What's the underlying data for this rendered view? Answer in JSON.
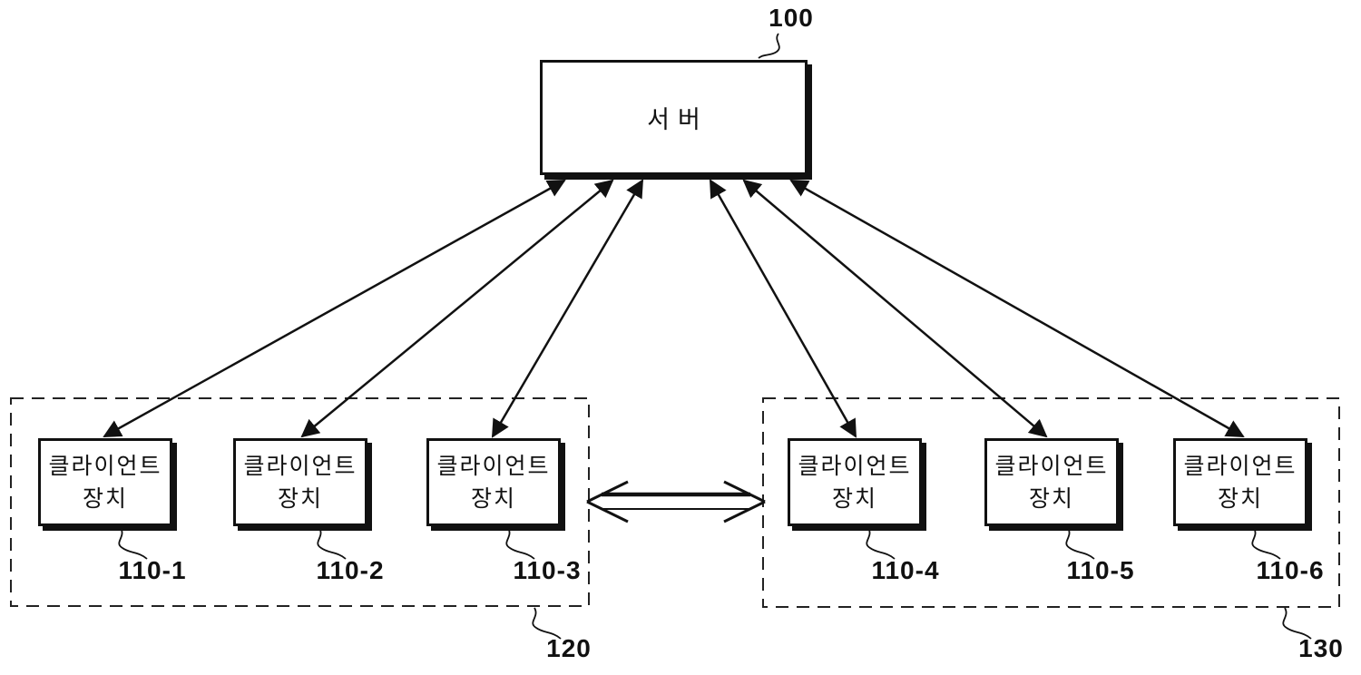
{
  "figure": {
    "background_color": "#ffffff",
    "ink_color": "#111111",
    "server": {
      "label": "서버",
      "ref_label": "100"
    },
    "groups": [
      {
        "ref_label": "120",
        "clients": [
          {
            "name_line1": "클라이언트",
            "name_line2": "장치",
            "ref_label": "110-1"
          },
          {
            "name_line1": "클라이언트",
            "name_line2": "장치",
            "ref_label": "110-2"
          },
          {
            "name_line1": "클라이언트",
            "name_line2": "장치",
            "ref_label": "110-3"
          }
        ]
      },
      {
        "ref_label": "130",
        "clients": [
          {
            "name_line1": "클라이언트",
            "name_line2": "장치",
            "ref_label": "110-4"
          },
          {
            "name_line1": "클라이언트",
            "name_line2": "장치",
            "ref_label": "110-5"
          },
          {
            "name_line1": "클라이언트",
            "name_line2": "장치",
            "ref_label": "110-6"
          }
        ]
      }
    ],
    "connections": [
      "server(100) <-> client(110-1)",
      "server(100) <-> client(110-2)",
      "server(100) <-> client(110-3)",
      "server(100) <-> client(110-4)",
      "server(100) <-> client(110-5)",
      "server(100) <-> client(110-6)",
      "group(120) <-> group(130)"
    ]
  }
}
